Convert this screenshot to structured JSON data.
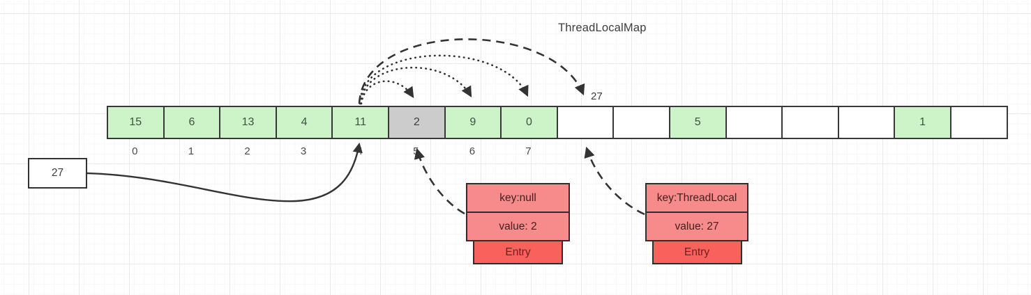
{
  "title": "ThreadLocalMap",
  "array": {
    "cells": [
      {
        "value": "15",
        "state": "filled"
      },
      {
        "value": "6",
        "state": "filled"
      },
      {
        "value": "13",
        "state": "filled"
      },
      {
        "value": "4",
        "state": "filled"
      },
      {
        "value": "11",
        "state": "filled"
      },
      {
        "value": "2",
        "state": "stale"
      },
      {
        "value": "9",
        "state": "filled"
      },
      {
        "value": "0",
        "state": "filled"
      },
      {
        "value": "",
        "state": "empty"
      },
      {
        "value": "",
        "state": "empty"
      },
      {
        "value": "5",
        "state": "filled"
      },
      {
        "value": "",
        "state": "empty"
      },
      {
        "value": "",
        "state": "empty"
      },
      {
        "value": "",
        "state": "empty"
      },
      {
        "value": "1",
        "state": "filled"
      },
      {
        "value": "",
        "state": "empty"
      }
    ],
    "indices": [
      "0",
      "1",
      "2",
      "3",
      "4",
      "5",
      "6",
      "7"
    ]
  },
  "pointer_box": {
    "label": "27"
  },
  "arc_label": "27",
  "entries": [
    {
      "key": "key:null",
      "value": "value: 2",
      "tab": "Entry"
    },
    {
      "key": "key:ThreadLocal",
      "value": "value: 27",
      "tab": "Entry"
    }
  ],
  "arrows": [
    {
      "from": "cell-4",
      "to": "cell-5",
      "style": "dotted"
    },
    {
      "from": "cell-4",
      "to": "cell-6",
      "style": "dotted"
    },
    {
      "from": "cell-4",
      "to": "cell-7",
      "style": "dotted"
    },
    {
      "from": "cell-4",
      "to": "cell-8",
      "style": "dashed",
      "label": "27"
    },
    {
      "from": "pointer-box-27",
      "to": "cell-4",
      "style": "solid"
    },
    {
      "from": "entry-key-null",
      "to": "cell-5",
      "style": "dashed"
    },
    {
      "from": "entry-key-threadlocal",
      "to": "cell-8",
      "style": "dashed"
    }
  ],
  "colors": {
    "cell_filled": "#cdf3c8",
    "cell_stale": "#cccccc",
    "cell_empty": "#ffffff",
    "cell_border": "#383838",
    "entry_row": "#f78b8b",
    "entry_tab": "#f8615c",
    "arrow": "#333333"
  }
}
